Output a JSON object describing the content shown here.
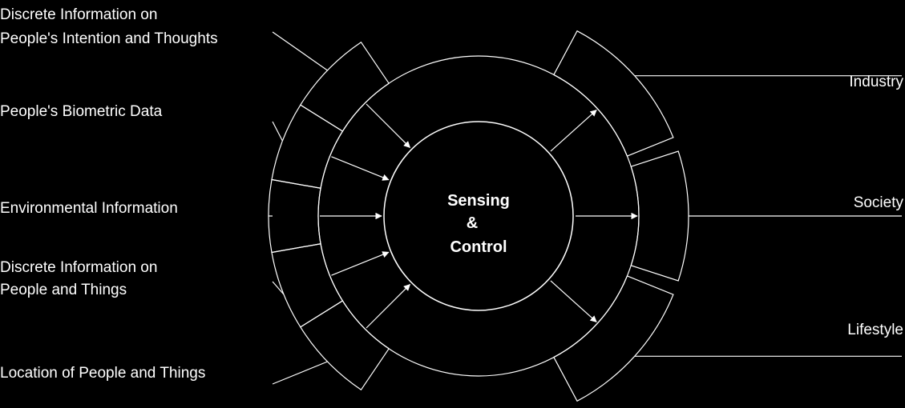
{
  "center": {
    "line1": "Sensing",
    "line2": "&",
    "line3": "Control"
  },
  "inputs": [
    {
      "line1": "Discrete Information on",
      "line2": "People's Intention and Thoughts"
    },
    {
      "line1": "People's Biometric Data",
      "line2": ""
    },
    {
      "line1": "Environmental Information",
      "line2": ""
    },
    {
      "line1": "Discrete Information on",
      "line2": "People and Things"
    },
    {
      "line1": "Location of People and Things",
      "line2": ""
    }
  ],
  "outputs": [
    "Industry",
    "Society",
    "Lifestyle"
  ],
  "colors": {
    "background": "#000000",
    "foreground": "#ffffff"
  }
}
